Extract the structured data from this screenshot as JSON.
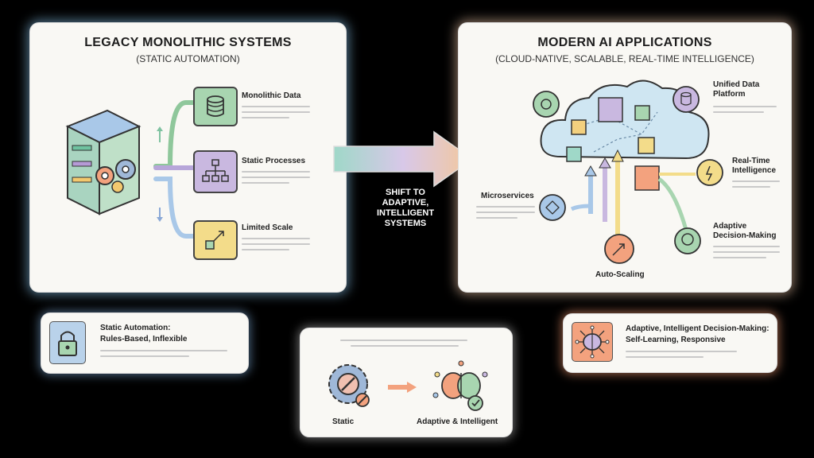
{
  "legacy": {
    "title": "LEGACY MONOLITHIC SYSTEMS",
    "subtitle": "(STATIC AUTOMATION)",
    "items": [
      {
        "label": "Monolithic Data",
        "icon": "database-icon",
        "color": "#a8d5b0"
      },
      {
        "label": "Static Processes",
        "icon": "hierarchy-icon",
        "color": "#c9b8e0"
      },
      {
        "label": "Limited Scale",
        "icon": "scale-icon",
        "color": "#f3dc8a"
      }
    ]
  },
  "transition": {
    "text_lines": [
      "SHIFT TO",
      "ADAPTIVE,",
      "INTELLIGENT",
      "SYSTEMS"
    ]
  },
  "modern": {
    "title": "MODERN AI APPLICATIONS",
    "subtitle": "(CLOUD-NATIVE, SCALABLE, REAL-TIME INTELLIGENCE)",
    "items": {
      "unified": [
        "Unified Data",
        "Platform"
      ],
      "realtime": [
        "Real-Time",
        "Intelligence"
      ],
      "adaptive": [
        "Adaptive",
        "Decision-Making"
      ],
      "microservices": "Microservices",
      "autoscaling": "Auto-Scaling"
    }
  },
  "static_card": {
    "lines": [
      "Static Automation:",
      "Rules-Based, Inflexible"
    ],
    "icon": "lock-icon"
  },
  "compare_card": {
    "left_label": "Static",
    "right_label": "Adaptive & Intelligent"
  },
  "adaptive_card": {
    "lines": [
      "Adaptive, Intelligent Decision-Making:",
      "Self-Learning, Responsive"
    ],
    "icon": "brain-network-icon"
  },
  "colors": {
    "green": "#a8d5b0",
    "purple": "#c9b8e0",
    "yellow": "#f3dc8a",
    "blue": "#a9c8e8",
    "orange": "#f3a27e",
    "teal": "#9fd8c8"
  }
}
